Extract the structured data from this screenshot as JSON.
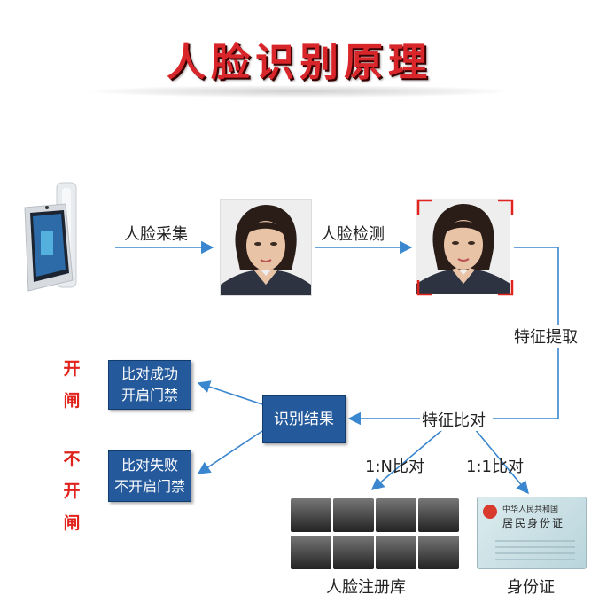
{
  "title": "人脸识别原理",
  "steps": {
    "capture": "人脸采集",
    "detect": "人脸检测",
    "extract": "特征提取",
    "compare": "特征比对",
    "result": "识别结果",
    "one_to_n": "1:N比对",
    "one_to_one": "1:1比对",
    "face_db": "人脸注册库",
    "id_card": "身份证"
  },
  "outcomes": {
    "success_line1": "比对成功",
    "success_line2": "开启门禁",
    "fail_line1": "比对失败",
    "fail_line2": "不开启门禁",
    "open_1": "开",
    "open_2": "闸",
    "no_open_1": "不",
    "no_open_2": "开",
    "no_open_3": "闸"
  },
  "id_card_text": {
    "header": "中华人民共和国",
    "title": "居民身份证"
  },
  "colors": {
    "arrow": "#3a86cf",
    "box": "#24599b",
    "title": "#d9262b",
    "accent_red": "#e0231c"
  }
}
